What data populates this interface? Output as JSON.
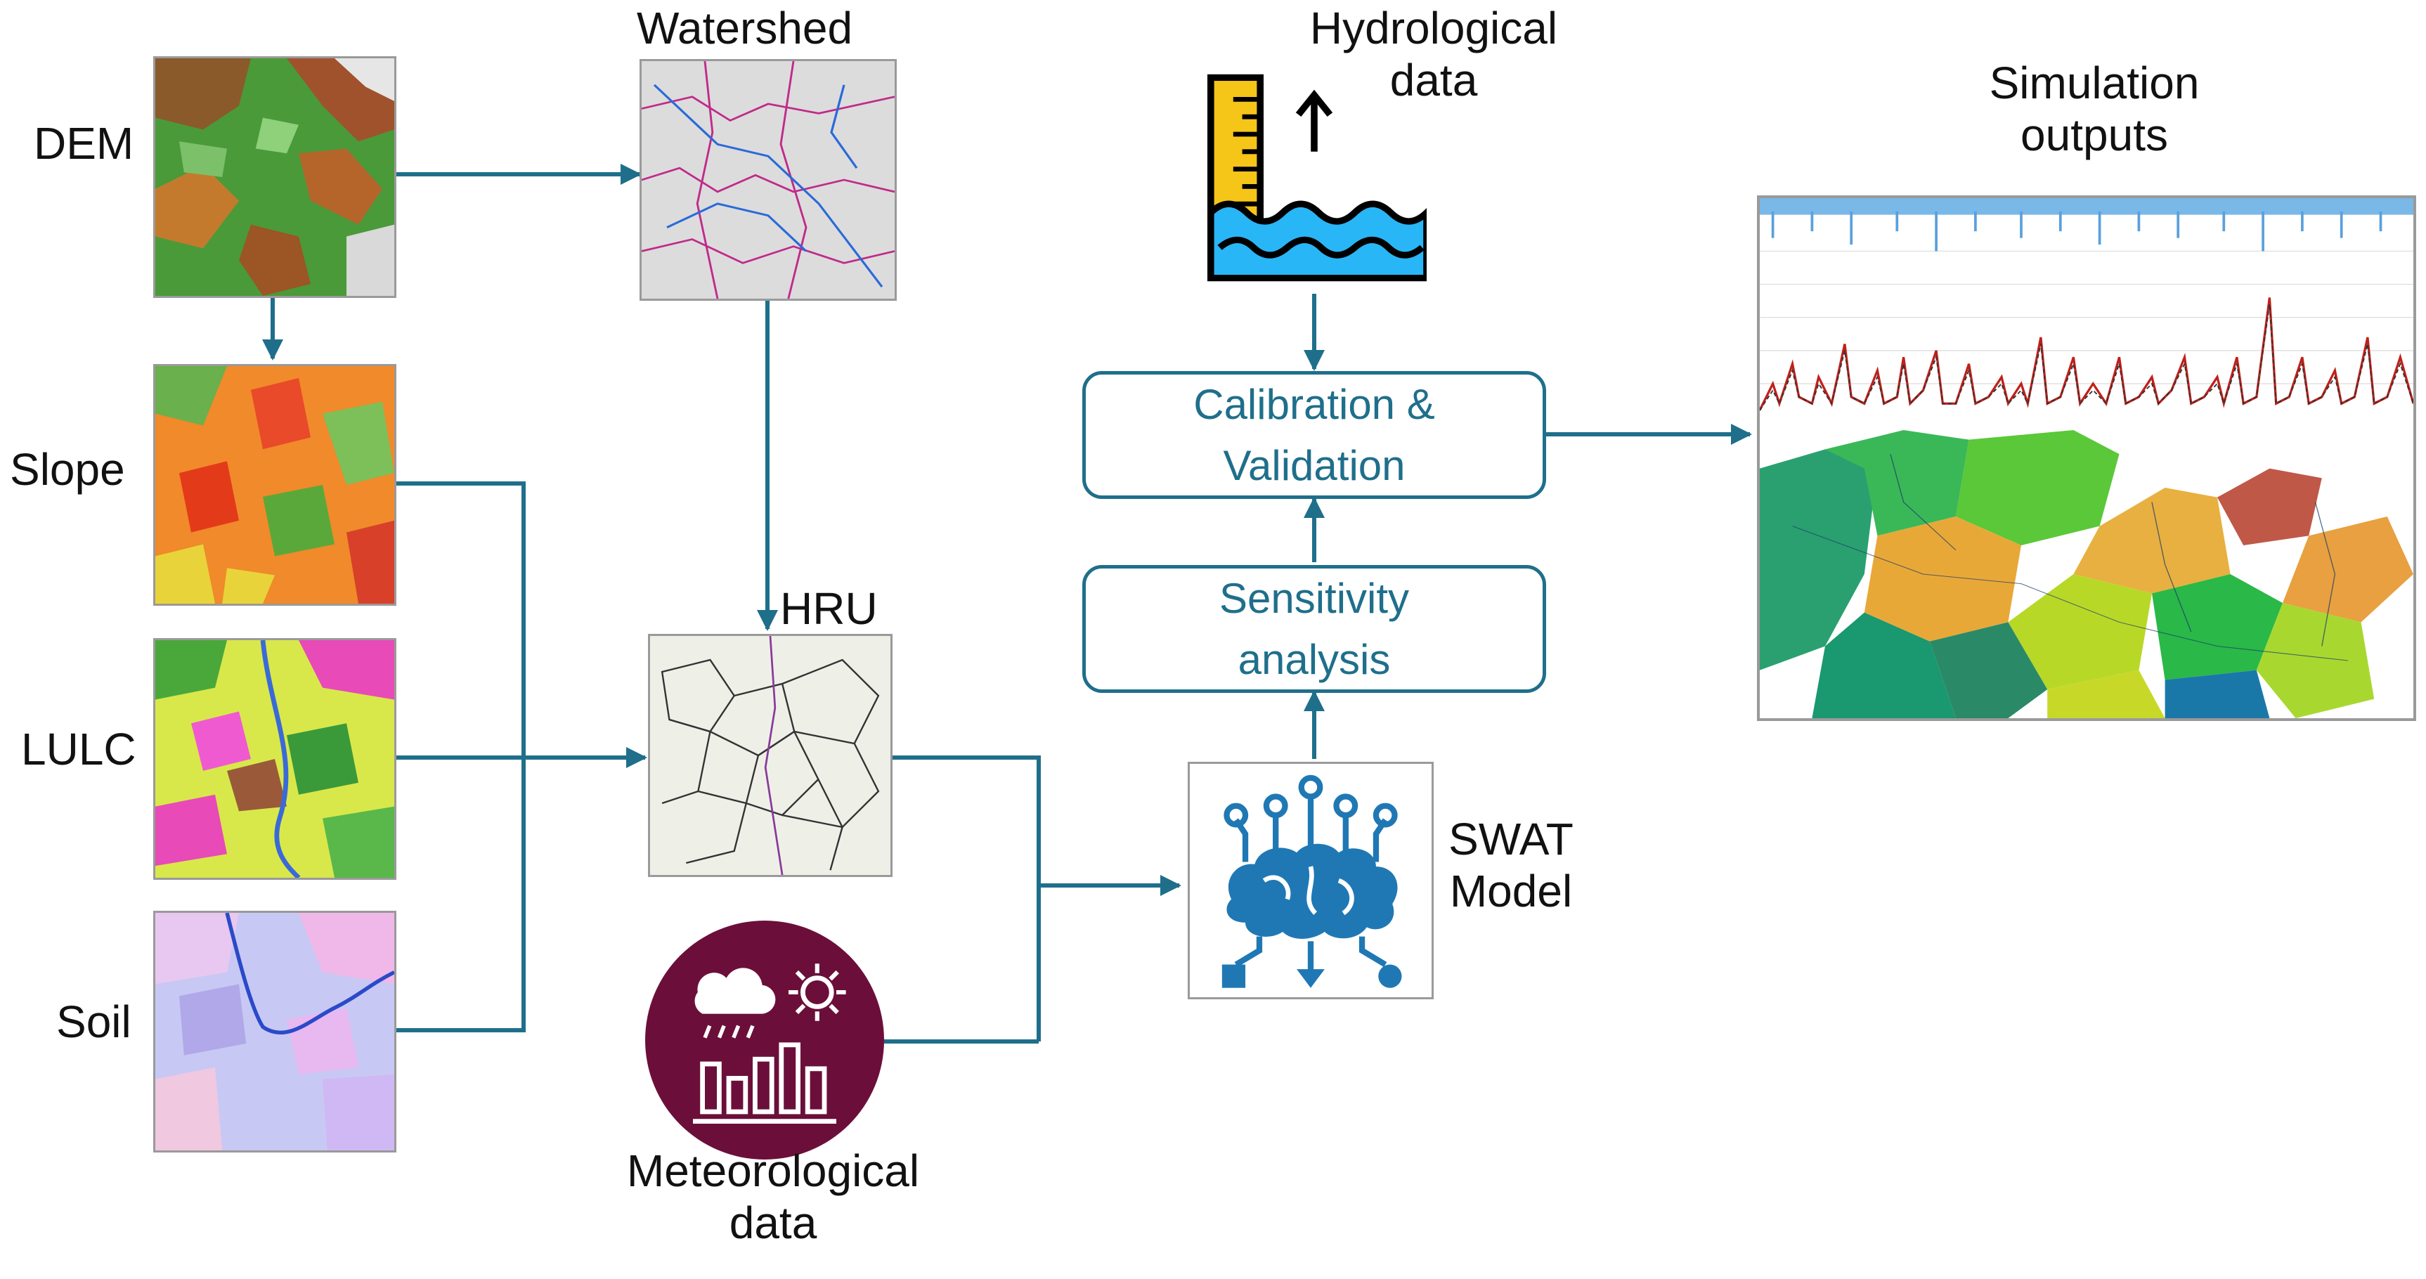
{
  "inputs": {
    "dem": "DEM",
    "slope": "Slope",
    "lulc": "LULC",
    "soil": "Soil"
  },
  "watershed": "Watershed",
  "hru": "HRU",
  "meteorological": {
    "line1": "Meteorological",
    "line2": "data"
  },
  "hydrological": {
    "line1": "Hydrological",
    "line2": "data"
  },
  "calibration": {
    "line1": "Calibration &",
    "line2": "Validation"
  },
  "sensitivity": {
    "line1": "Sensitivity",
    "line2": "analysis"
  },
  "swat": {
    "line1": "SWAT",
    "line2": "Model"
  },
  "simulation": {
    "line1": "Simulation",
    "line2": "outputs"
  },
  "colors": {
    "connector": "#1f6f8b",
    "box_text": "#1f6f8b",
    "meteo_circle": "#6b0f3a",
    "hydro_yellow": "#f5c518",
    "hydro_water": "#29b6f6"
  }
}
